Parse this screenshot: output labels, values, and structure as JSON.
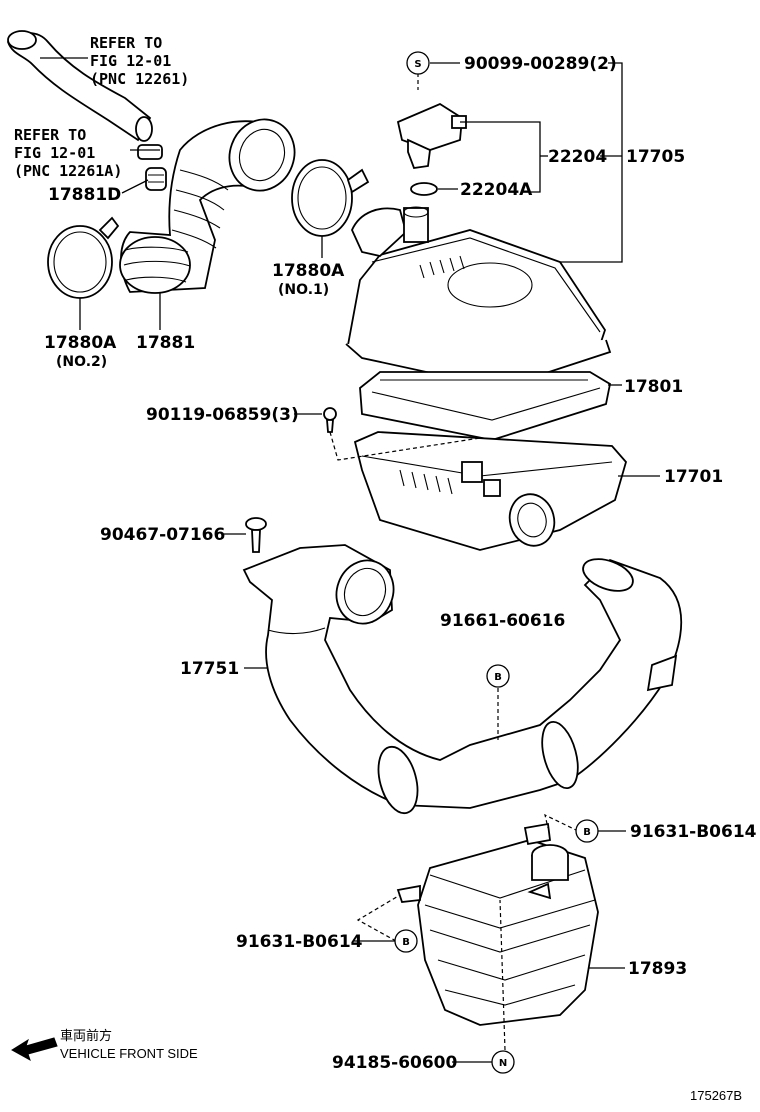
{
  "refs": {
    "upper_hose_ref": {
      "line1": "REFER TO",
      "line2": "FIG 12-01",
      "line3": "(PNC 12261)"
    },
    "lower_hose_ref": {
      "line1": "REFER TO",
      "line2": "FIG 12-01",
      "line3": "(PNC 12261A)"
    }
  },
  "parts": {
    "p90099": "90099-00289(2)",
    "p22204": "22204",
    "p17705": "17705",
    "p22204A": "22204A",
    "p17881D": "17881D",
    "p17880A_no1": "17880A",
    "p17880A_no1_sub": "(NO.1)",
    "p17880A_no2": "17880A",
    "p17880A_no2_sub": "(NO.2)",
    "p17881": "17881",
    "p17801": "17801",
    "p90119": "90119-06859(3)",
    "p17701": "17701",
    "p90467": "90467-07166",
    "p91661": "91661-60616",
    "p17751": "17751",
    "p91631_a": "91631-B0614",
    "p91631_b": "91631-B0614",
    "p17893": "17893",
    "p94185": "94185-60600"
  },
  "callouts": {
    "s": "S",
    "b1": "B",
    "b2": "B",
    "b3": "B",
    "n": "N"
  },
  "footer": {
    "direction_jp": "車両前方",
    "direction_en": "VEHICLE FRONT SIDE",
    "figure_id": "175267B"
  }
}
